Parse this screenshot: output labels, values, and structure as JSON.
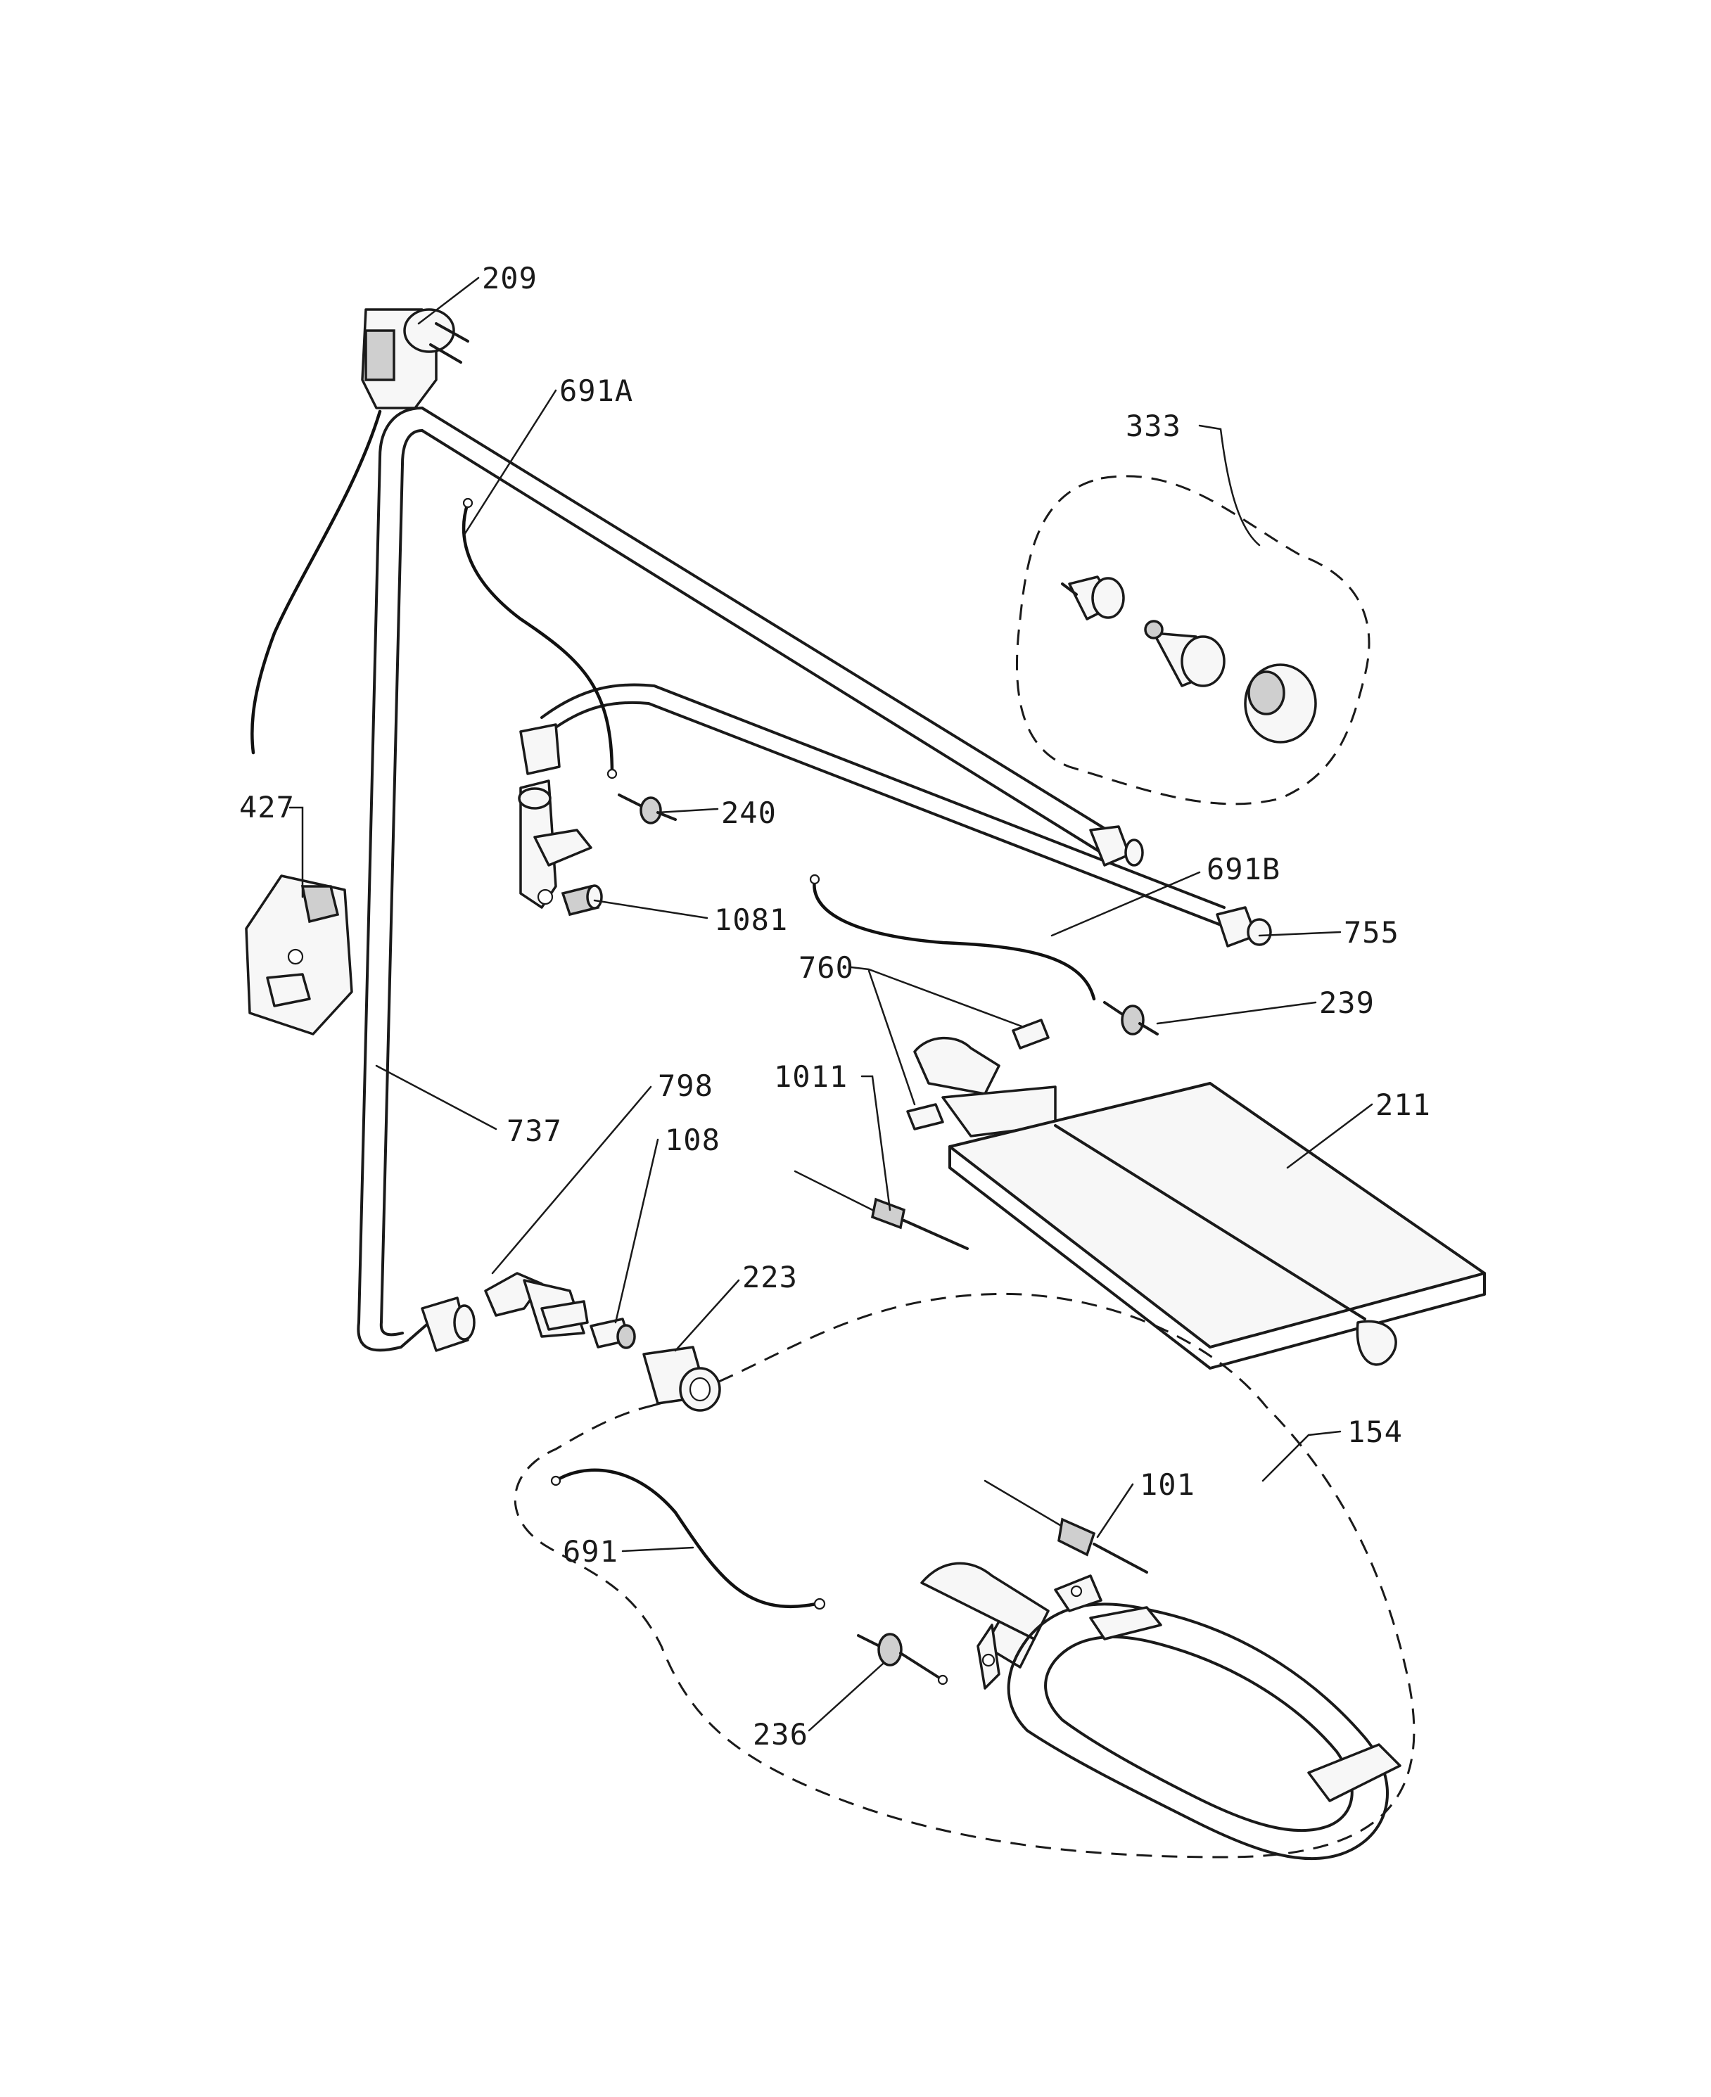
{
  "callouts": [
    {
      "id": "209",
      "text": "209"
    },
    {
      "id": "691A",
      "text": "691A"
    },
    {
      "id": "333",
      "text": "333"
    },
    {
      "id": "427",
      "text": "427"
    },
    {
      "id": "240",
      "text": "240"
    },
    {
      "id": "1081",
      "text": "1081"
    },
    {
      "id": "691B",
      "text": "691B"
    },
    {
      "id": "755",
      "text": "755"
    },
    {
      "id": "760",
      "text": "760"
    },
    {
      "id": "239",
      "text": "239"
    },
    {
      "id": "1011",
      "text": "1011"
    },
    {
      "id": "211",
      "text": "211"
    },
    {
      "id": "737",
      "text": "737"
    },
    {
      "id": "798",
      "text": "798"
    },
    {
      "id": "108",
      "text": "108"
    },
    {
      "id": "223",
      "text": "223"
    },
    {
      "id": "154",
      "text": "154"
    },
    {
      "id": "101",
      "text": "101"
    },
    {
      "id": "691",
      "text": "691"
    },
    {
      "id": "236",
      "text": "236"
    }
  ]
}
